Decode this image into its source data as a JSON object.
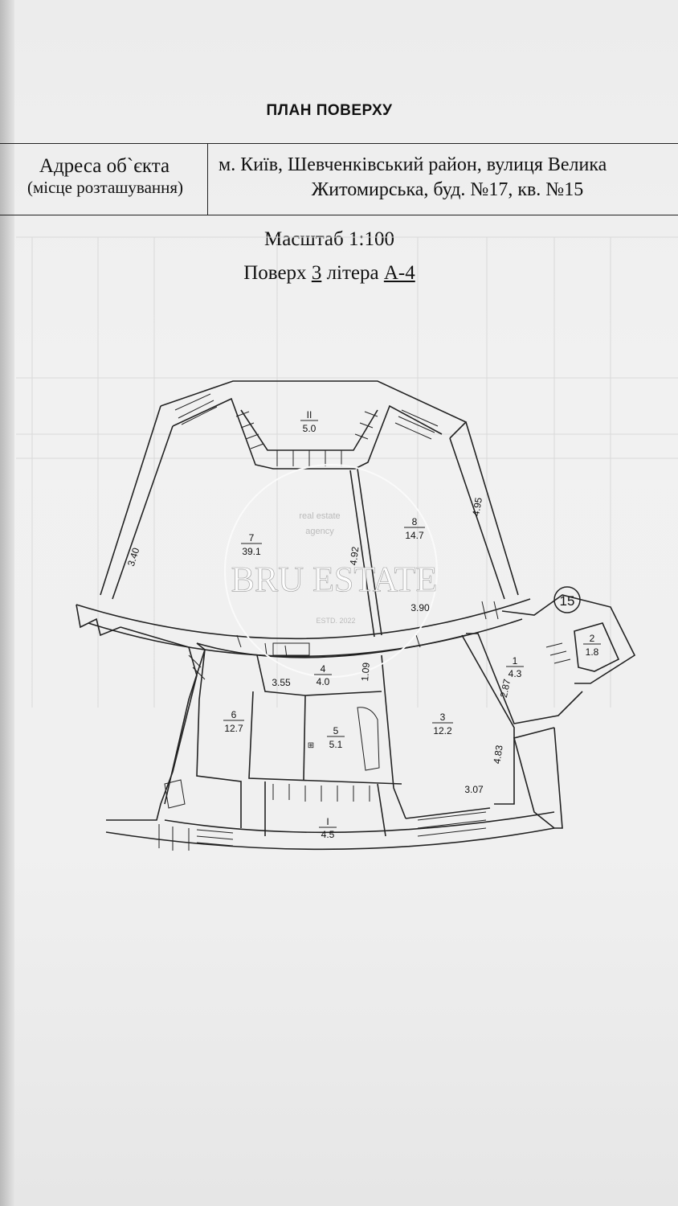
{
  "document": {
    "title": "ПЛАН ПОВЕРХУ",
    "address_label": "Адреса об`єкта",
    "address_sublabel": "(місце розташування)",
    "address_line1": "м. Київ, Шевченківський район, вулиця Велика",
    "address_line2": "Житомирська, буд. №17, кв. №15",
    "scale": "Масштаб 1:100",
    "floor_prefix": "Поверх",
    "floor_number": "3",
    "litera_prefix": "літера",
    "litera_value": "А-4"
  },
  "watermark": {
    "brand": "BRU ESTATE",
    "tagline_line1": "real estate",
    "tagline_line2": "agency",
    "established": "ESTD. 2022"
  },
  "plan": {
    "apartment_number": "15",
    "rooms": [
      {
        "number": "II",
        "area": "5.0"
      },
      {
        "number": "7",
        "area": "39.1"
      },
      {
        "number": "8",
        "area": "14.7"
      },
      {
        "number": "1",
        "area": "4.3"
      },
      {
        "number": "2",
        "area": "1.8"
      },
      {
        "number": "4",
        "area": "4.0"
      },
      {
        "number": "6",
        "area": "12.7"
      },
      {
        "number": "5",
        "area": "5.1"
      },
      {
        "number": "3",
        "area": "12.2"
      },
      {
        "number": "I",
        "area": "4.5"
      }
    ],
    "dimensions": [
      "3.40",
      "4.92",
      "4.95",
      "3.90",
      "3.55",
      "1.09",
      "2.87",
      "4.83",
      "3.07"
    ]
  }
}
